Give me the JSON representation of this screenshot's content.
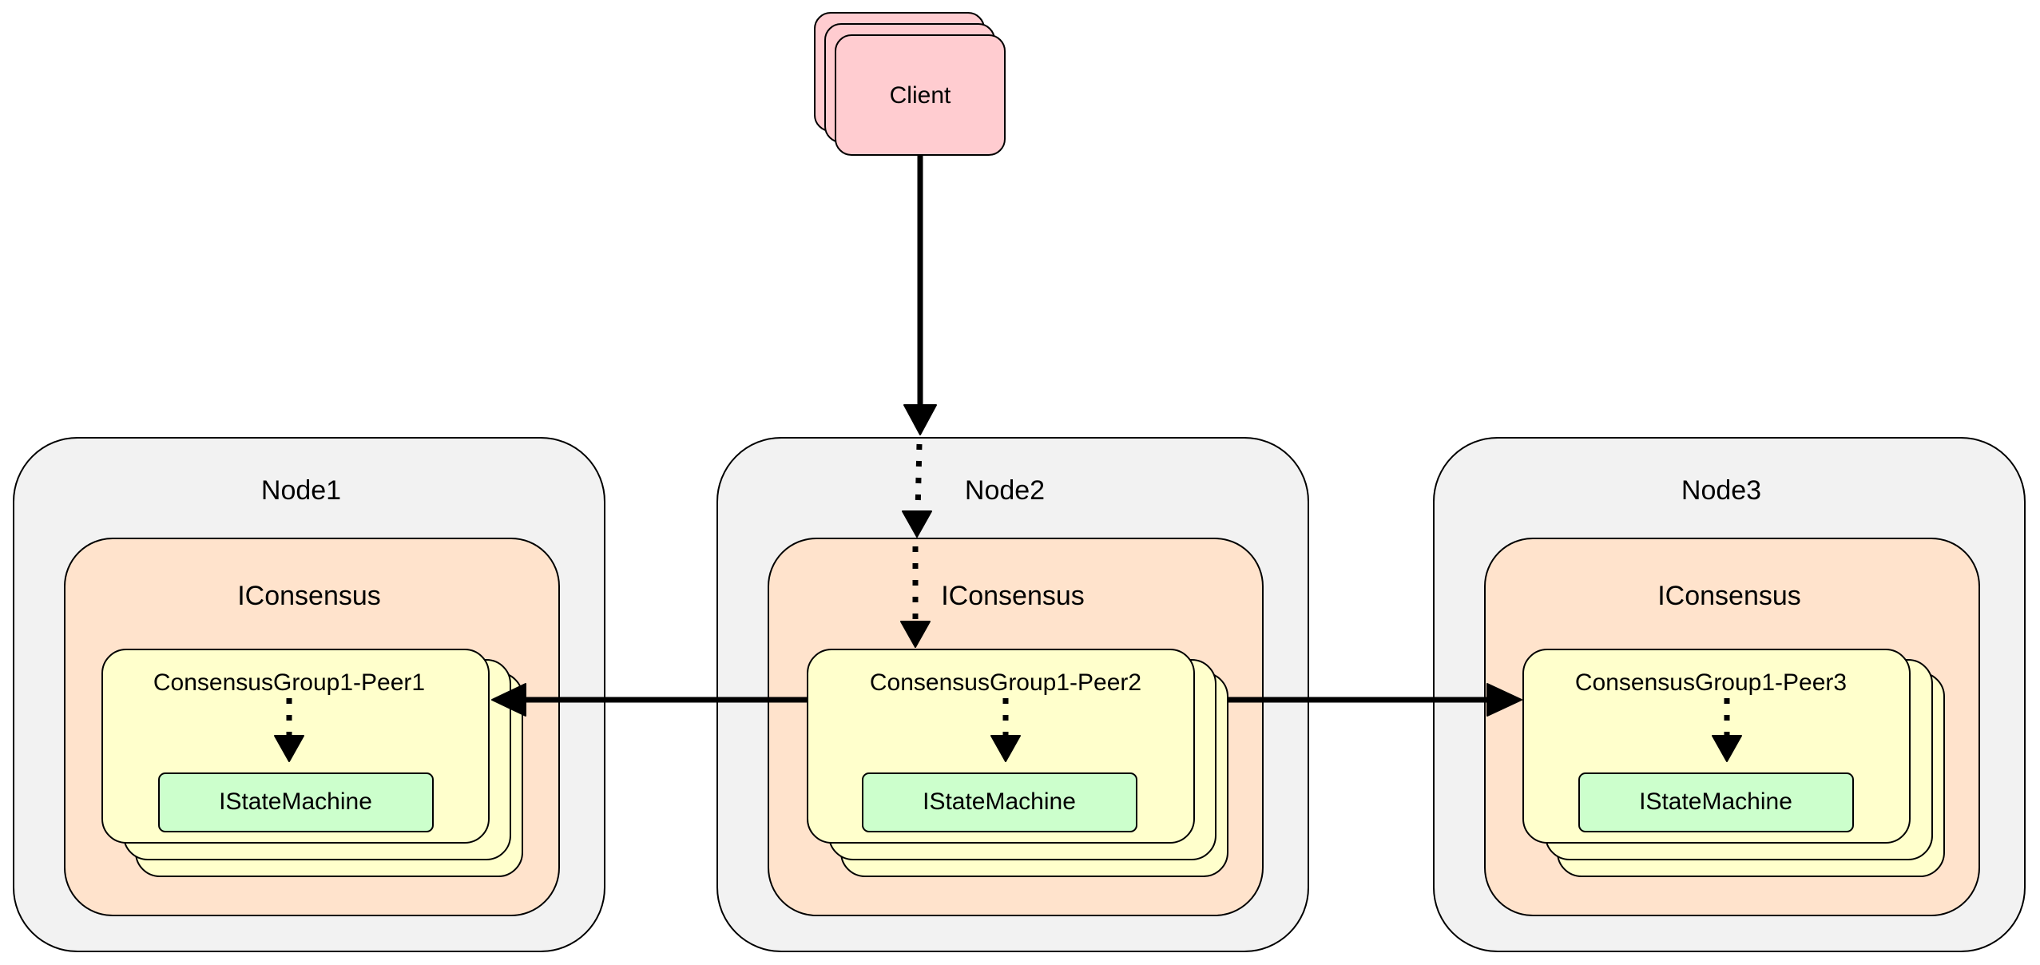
{
  "client": {
    "label": "Client"
  },
  "nodes": [
    {
      "title": "Node1",
      "consensus_label": "IConsensus",
      "peer_label": "ConsensusGroup1-Peer1",
      "state_machine_label": "IStateMachine"
    },
    {
      "title": "Node2",
      "consensus_label": "IConsensus",
      "peer_label": "ConsensusGroup1-Peer2",
      "state_machine_label": "IStateMachine"
    },
    {
      "title": "Node3",
      "consensus_label": "IConsensus",
      "peer_label": "ConsensusGroup1-Peer3",
      "state_machine_label": "IStateMachine"
    }
  ],
  "colors": {
    "node_fill": "#f2f2f2",
    "consensus_fill": "#ffe3cc",
    "peer_fill": "#ffffcc",
    "state_machine_fill": "#ccffcc",
    "client_fill": "#ffccd0",
    "stroke": "#000000"
  }
}
